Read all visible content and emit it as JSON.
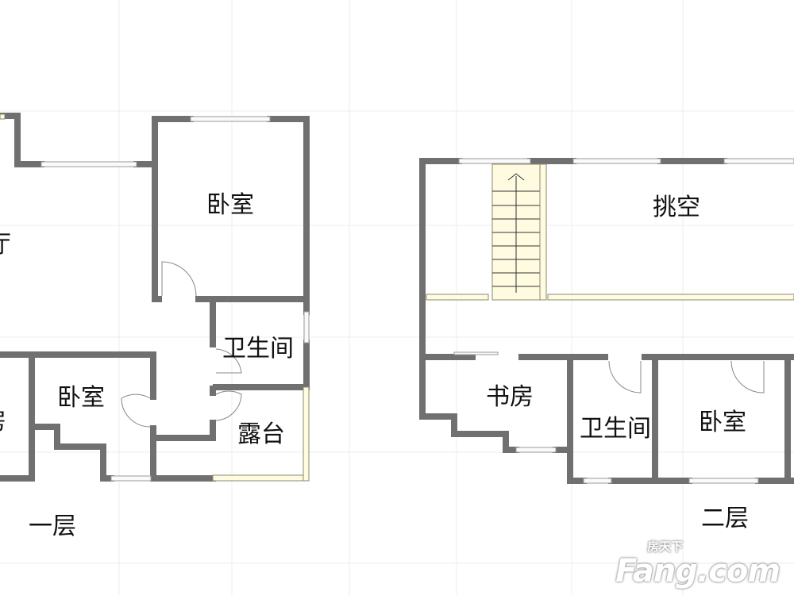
{
  "floor1": {
    "caption": "一层",
    "rooms": {
      "bedroom_main": "卧室",
      "living_partial": "厅",
      "bathroom": "卫生间",
      "bedroom_second": "卧室",
      "terrace": "露台",
      "left_partial": "房"
    }
  },
  "floor2": {
    "caption": "二层",
    "rooms": {
      "void": "挑空",
      "study": "书房",
      "bathroom": "卫生间",
      "bedroom": "卧室"
    }
  },
  "watermark": {
    "brand": "Fang.com",
    "brand_cn": "房天下"
  },
  "colors": {
    "wall": "#707070",
    "railing": "#fffbe0",
    "grid": "#ececec"
  }
}
